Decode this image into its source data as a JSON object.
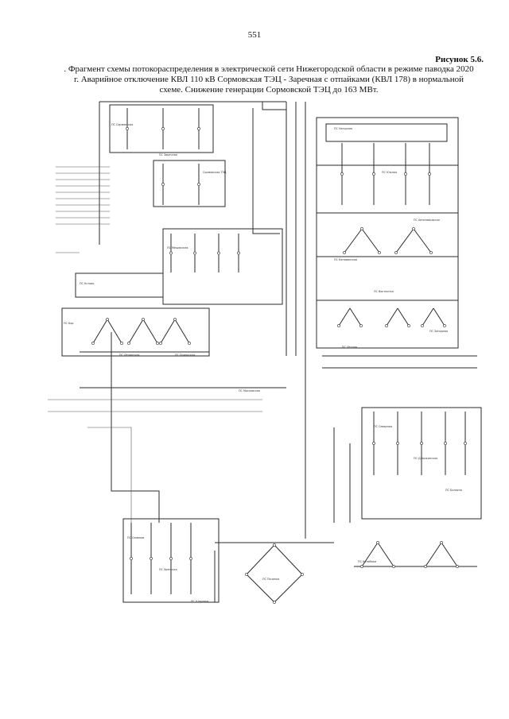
{
  "page": {
    "number": "551",
    "figure_label": "Рисунок 5.6.",
    "caption": ". Фрагмент схемы потокораспределения в электрической сети Нижегородской области в режиме паводка 2020 г. Аварийное отключение КВЛ 110 кВ Сормовская ТЭЦ - Заречная с отпайками (КВЛ 178) в нормальной схеме. Снижение генерации Сормовской ТЭЦ до 163 МВт."
  },
  "diagram": {
    "line_color": "#2a2a2a",
    "node_labels": [
      "ПС Сормовская",
      "ПС Заречная",
      "Сормовская ТЭЦ",
      "ПС Мещерская",
      "ПС Кстово",
      "ПС Бор",
      "ПС Ленинская",
      "ПС Приокская",
      "ПС Нагорная",
      "ПС Южная",
      "ПС Автозаводская",
      "ПС Канавинская",
      "ПС Восточная",
      "ПС Западная",
      "ПС Лесная",
      "ПС Московская",
      "ПС Северная",
      "ПС Дзержинская",
      "ПС Балахна",
      "ПС Кулебаки",
      "ПС Починки",
      "ПС Семенов",
      "ПС Уренская",
      "ПС Шахунья"
    ]
  }
}
